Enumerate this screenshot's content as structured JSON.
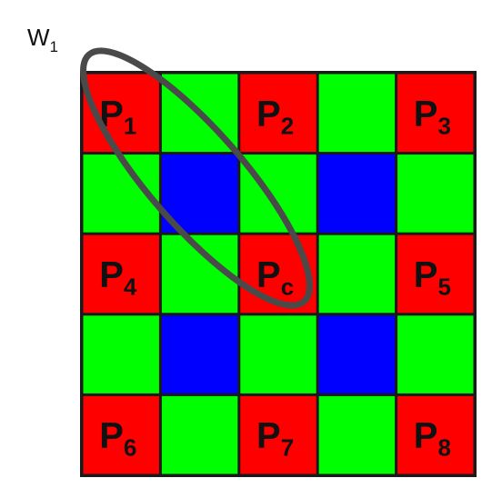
{
  "colors": {
    "red": "#ff0000",
    "green": "#00ff00",
    "blue": "#0000ff",
    "grid_line": "#1a1a1a",
    "ellipse": "#4a4a4a"
  },
  "grid": {
    "rows": 5,
    "cols": 5,
    "cells": [
      [
        "red",
        "green",
        "red",
        "green",
        "red"
      ],
      [
        "green",
        "blue",
        "green",
        "blue",
        "green"
      ],
      [
        "red",
        "green",
        "red",
        "green",
        "red"
      ],
      [
        "green",
        "blue",
        "green",
        "blue",
        "green"
      ],
      [
        "red",
        "green",
        "red",
        "green",
        "red"
      ]
    ]
  },
  "labels": [
    {
      "row": 0,
      "col": 0,
      "main": "P",
      "sub": "1"
    },
    {
      "row": 0,
      "col": 2,
      "main": "P",
      "sub": "2"
    },
    {
      "row": 0,
      "col": 4,
      "main": "P",
      "sub": "3"
    },
    {
      "row": 2,
      "col": 0,
      "main": "P",
      "sub": "4"
    },
    {
      "row": 2,
      "col": 2,
      "main": "P",
      "sub": "c"
    },
    {
      "row": 2,
      "col": 4,
      "main": "P",
      "sub": "5"
    },
    {
      "row": 4,
      "col": 0,
      "main": "P",
      "sub": "6"
    },
    {
      "row": 4,
      "col": 2,
      "main": "P",
      "sub": "7"
    },
    {
      "row": 4,
      "col": 4,
      "main": "P",
      "sub": "8"
    }
  ],
  "window": {
    "main": "W",
    "sub": "1"
  }
}
